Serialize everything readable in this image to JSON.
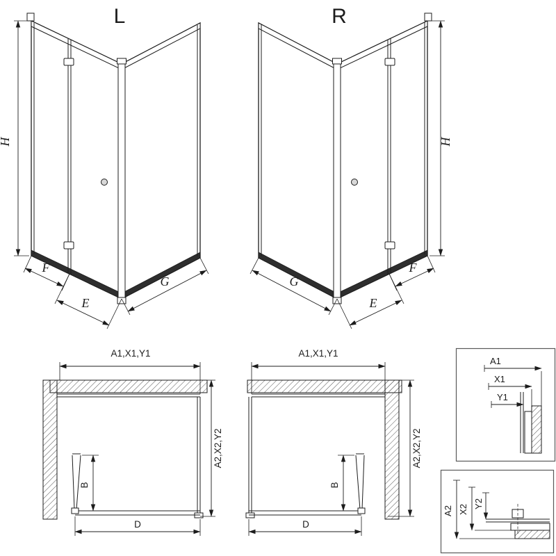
{
  "colors": {
    "background": "#ffffff",
    "line": "#1c1c1c",
    "rail_dark": "#2e2e2e",
    "hatch_line": "#555555",
    "detail_box_border": "#5a5a5a"
  },
  "iso_left": {
    "title": "L",
    "dim_height": "H",
    "dim_front": "F",
    "dim_entry": "E",
    "dim_side": "G"
  },
  "iso_right": {
    "title": "R",
    "dim_height": "H",
    "dim_front": "F",
    "dim_entry": "E",
    "dim_side": "G"
  },
  "plan_left": {
    "dim_width": "A1,X1,Y1",
    "dim_depth": "A2,X2,Y2",
    "dim_door": "B",
    "dim_entry": "D"
  },
  "plan_right": {
    "dim_width": "A1,X1,Y1",
    "dim_depth": "A2,X2,Y2",
    "dim_door": "B",
    "dim_entry": "D"
  },
  "detail_horizontal": {
    "dim_total": "A1",
    "dim_mid": "X1",
    "dim_min": "Y1"
  },
  "detail_vertical": {
    "dim_total": "A2",
    "dim_mid": "X2",
    "dim_min": "Y2"
  }
}
